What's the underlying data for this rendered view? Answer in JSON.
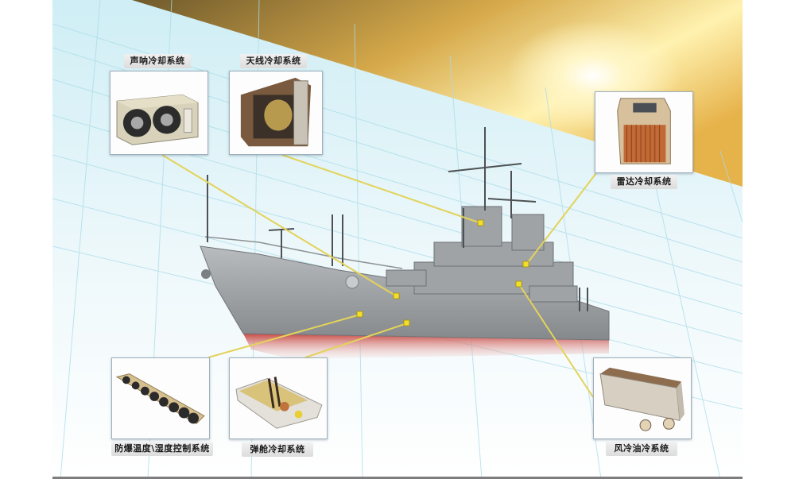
{
  "diagram": {
    "subject": "naval ship cooling systems",
    "colors": {
      "connector_line": "#e3d35a",
      "connector_dot": "#f3df2a",
      "sky_gold": "#e9b742",
      "hull_gray": "#9a9d9f",
      "waterline_red": "#c8504a"
    },
    "callouts": [
      {
        "id": "sonar",
        "label": "声呐冷却系统",
        "icon": "sonar-cooling-unit"
      },
      {
        "id": "antenna",
        "label": "天线冷却系统",
        "icon": "antenna-cooling-unit"
      },
      {
        "id": "radar",
        "label": "雷达冷却系统",
        "icon": "radar-cooling-unit"
      },
      {
        "id": "explosion-proof",
        "label": "防爆温度\\湿度控制系统",
        "icon": "explosion-proof-fan-array"
      },
      {
        "id": "magazine",
        "label": "弹舱冷却系统",
        "icon": "magazine-cooling-unit"
      },
      {
        "id": "wind-oil",
        "label": "风冷油冷系统",
        "icon": "air-oil-cooler"
      }
    ]
  }
}
